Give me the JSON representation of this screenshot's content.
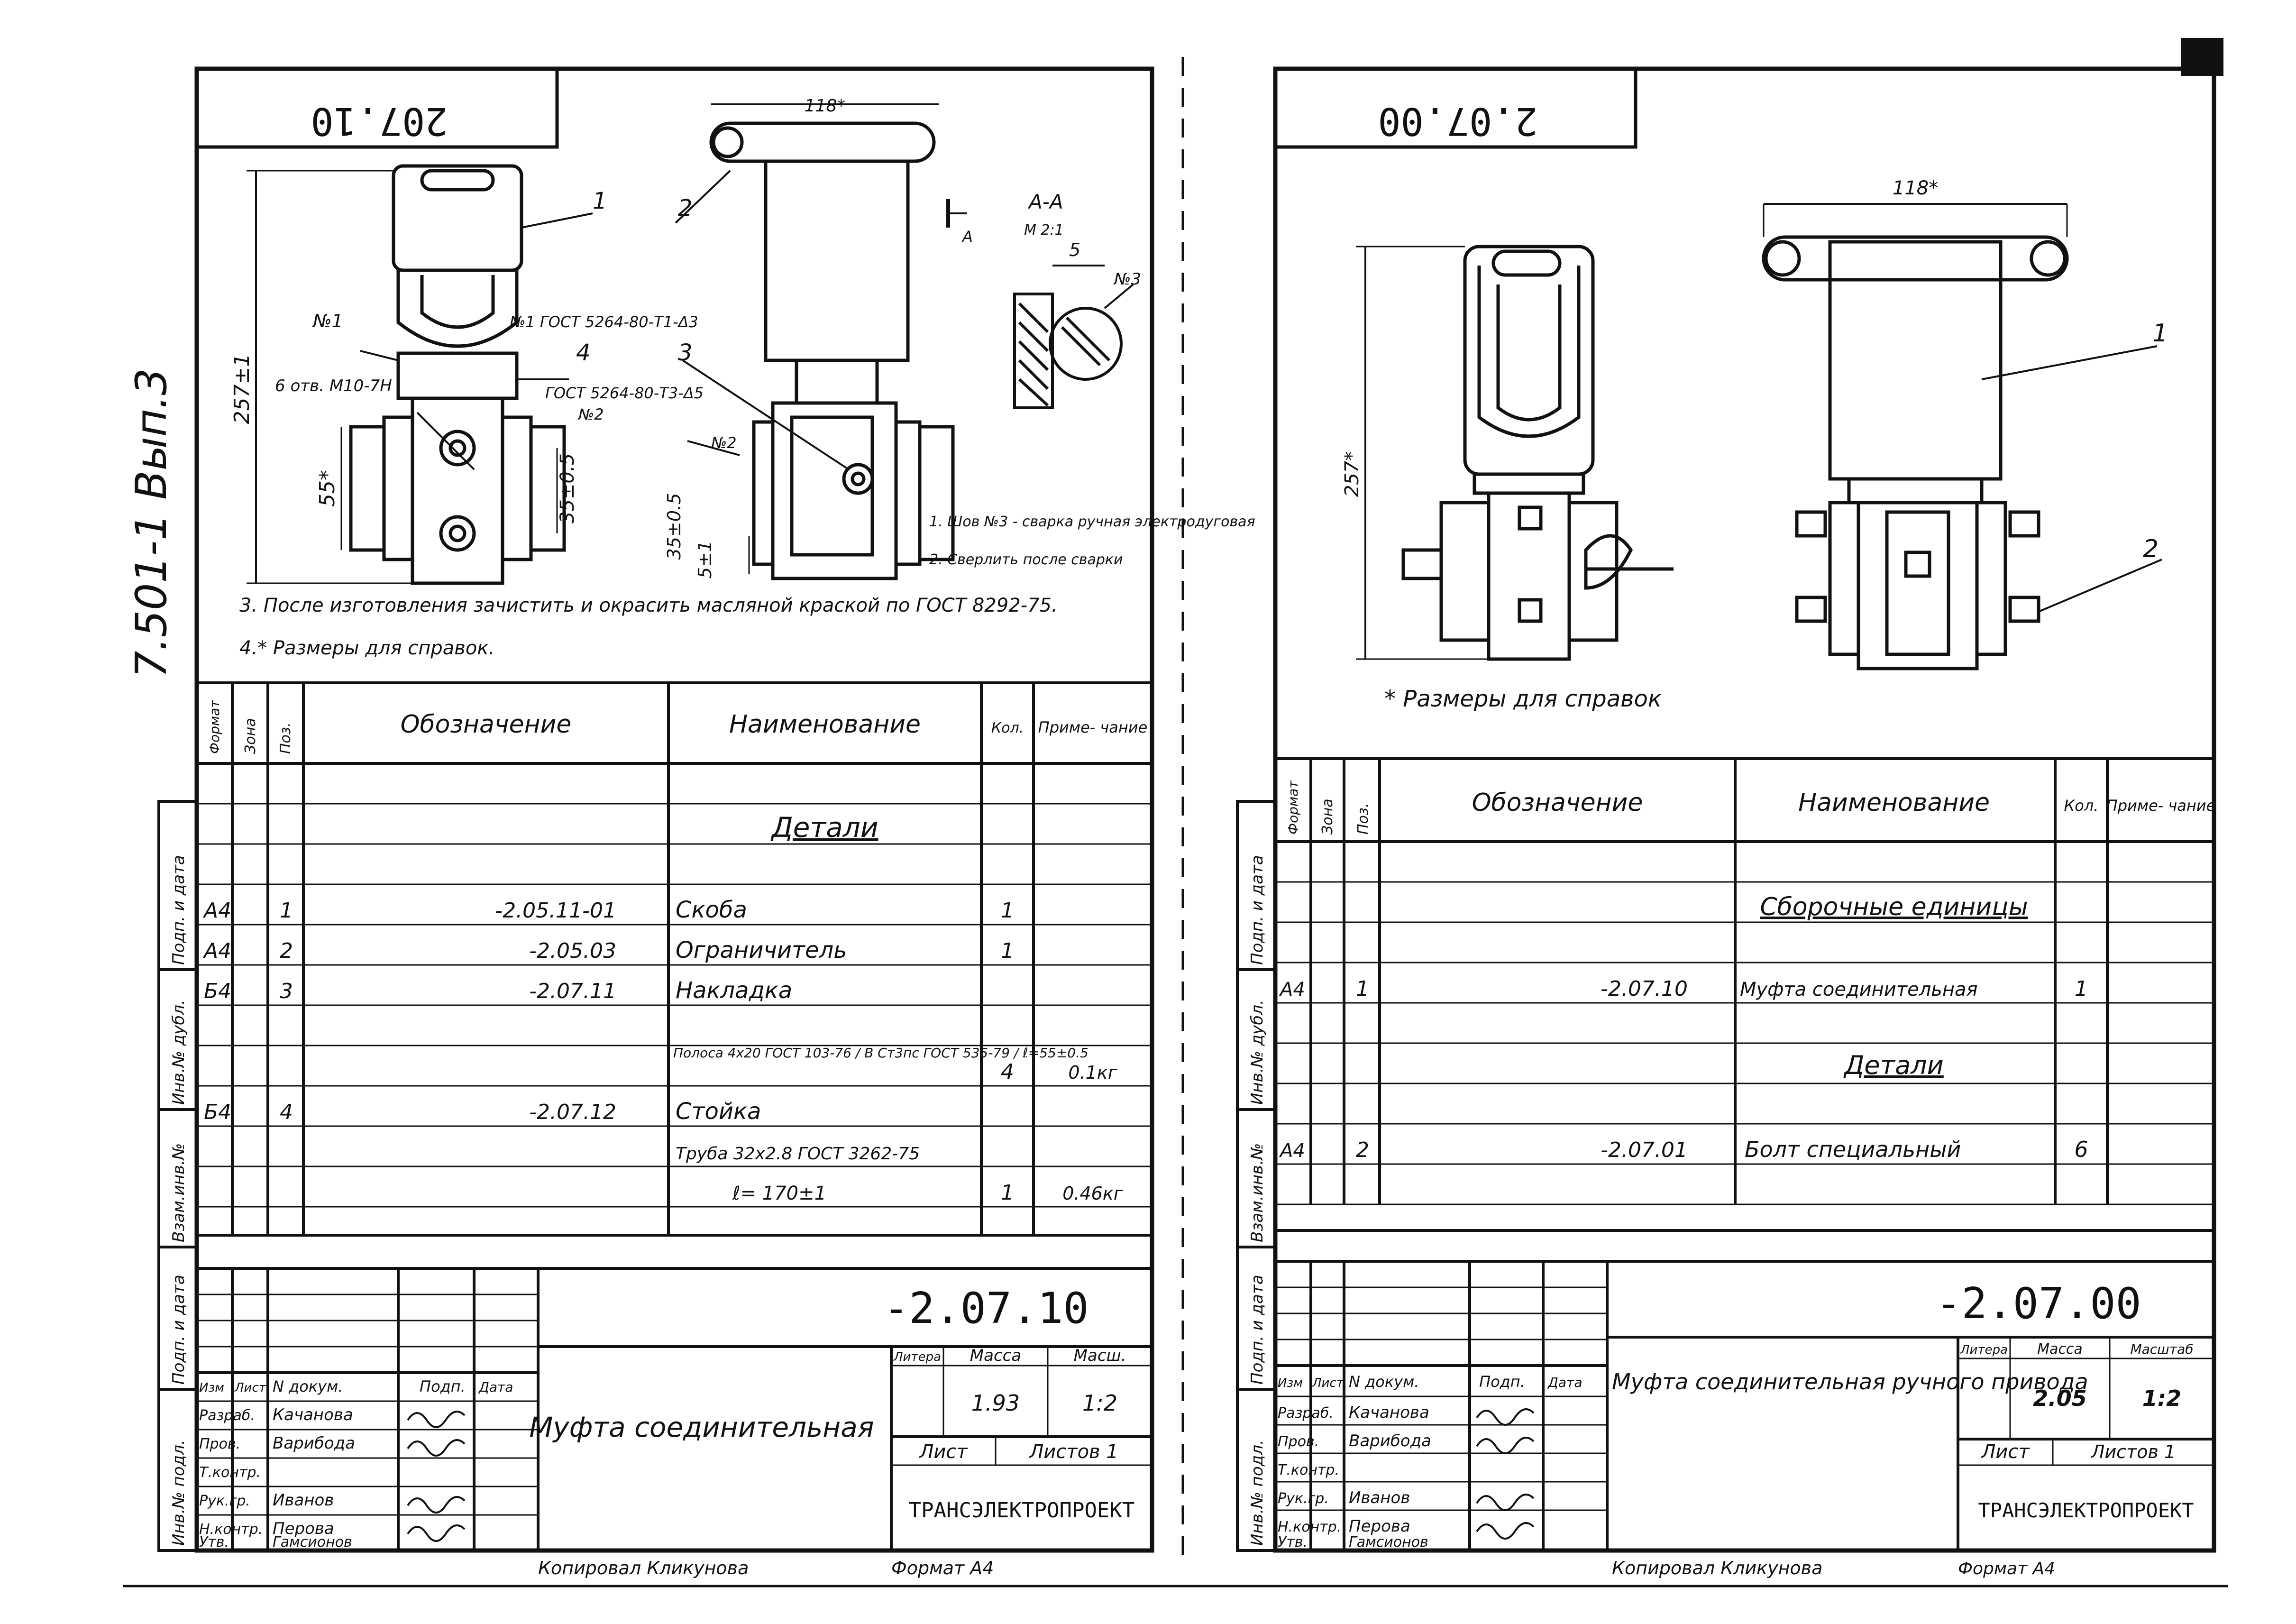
{
  "side_stamp": "7.501-1  Вып.3",
  "left_vertical_labels": [
    "Инв.№ подл.",
    "Подп. и дата",
    "Взам.инв.№",
    "Инв.№ дубл.",
    "Подп. и дата"
  ],
  "right_vertical_labels": [
    "Инв.№ подл.",
    "Подп. и дата",
    "Взам.инв.№",
    "Инв.№ дубл.",
    "Подп. и дата"
  ],
  "sheet1": {
    "corner_stamp": "207.10",
    "drawing_notes": {
      "dim_width": "118*",
      "dim_height": "257±1",
      "dim_55": "55*",
      "dim_35": "35±0.5",
      "dim_35b": "35±0.5",
      "dim_5": "5±1",
      "pos_1": "1",
      "pos_2": "2",
      "pos_3": "3",
      "pos_4": "4",
      "pos_5": "5",
      "weld_1": "№1",
      "weld_1b": "№1 ГОСТ 5264-80-Т1-Δ3",
      "weld_2": "ГОСТ 5264-80-Т3-Δ5",
      "weld_2b": "№2",
      "weld_2c": "№2",
      "weld_3": "№3",
      "hole": "6 отв. М10-7Н",
      "section": "А-А",
      "section_scale": "М 2:1",
      "section_mark": "А",
      "note_1": "1. Шов №3 - сварка ручная электродуговая",
      "note_2": "2. Сверлить после сварки",
      "note_3": "3. После изготовления зачистить и окрасить масляной краской по ГОСТ 8292-75.",
      "note_4": "4.* Размеры для справок."
    },
    "spec_headers": {
      "format": "Формат",
      "zone": "Зона",
      "pos": "Поз.",
      "designation": "Обозначение",
      "name": "Наименование",
      "qty": "Кол.",
      "note": "Приме- чание"
    },
    "section_title": "Детали",
    "rows": [
      {
        "format": "А4",
        "zone": "",
        "pos": "1",
        "designation": "-2.05.11-01",
        "name": "Скоба",
        "qty": "1",
        "note": ""
      },
      {
        "format": "А4",
        "zone": "",
        "pos": "2",
        "designation": "-2.05.03",
        "name": "Ограничитель",
        "qty": "1",
        "note": ""
      },
      {
        "format": "Б4",
        "zone": "",
        "pos": "3",
        "designation": "-2.07.11",
        "name": "Накладка",
        "qty": "",
        "note": ""
      },
      {
        "format": "",
        "zone": "",
        "pos": "",
        "designation": "",
        "name": "Полоса 4х20 ГОСТ 103-76 / В Ст3пс ГОСТ 535-79 / ℓ=55±0.5",
        "qty": "4",
        "note": "0.1кг"
      },
      {
        "format": "Б4",
        "zone": "",
        "pos": "4",
        "designation": "-2.07.12",
        "name": "Стойка",
        "qty": "",
        "note": ""
      },
      {
        "format": "",
        "zone": "",
        "pos": "",
        "designation": "",
        "name": "Труба 32х2.8 ГОСТ 3262-75",
        "qty": "",
        "note": ""
      },
      {
        "format": "",
        "zone": "",
        "pos": "",
        "designation": "",
        "name": "ℓ= 170±1",
        "qty": "1",
        "note": "0.46кг"
      }
    ],
    "title_block": {
      "doc_number": "-2.07.10",
      "title": "Муфта соединительная",
      "litera_label": "Литера",
      "mass_label": "Масса",
      "scale_label": "Масш.",
      "mass": "1.93",
      "scale": "1:2",
      "sheet_label": "Лист",
      "sheets_label": "Листов 1",
      "org": "ТРАНСЭЛЕКТРОПРОЕКТ",
      "hdr_izm": "Изм",
      "hdr_list": "Лист",
      "hdr_doc": "N докум.",
      "hdr_sign": "Подп.",
      "hdr_date": "Дата",
      "roles": [
        "Разраб.",
        "Пров.",
        "Т.контр.",
        "Рук.гр.",
        "Н.контр.",
        "Утв."
      ],
      "names": [
        "Качанова",
        "Варибода",
        "",
        "Иванов",
        "Перова",
        "Гамсионов"
      ]
    },
    "copied_by": "Копировал Кликунова",
    "format": "Формат А4"
  },
  "sheet2": {
    "corner_stamp": "2.07.00",
    "drawing_notes": {
      "dim_width": "118*",
      "dim_height": "257*",
      "pos_1": "1",
      "pos_2": "2",
      "footnote": "* Размеры для справок"
    },
    "spec_headers": {
      "format": "Формат",
      "zone": "Зона",
      "pos": "Поз.",
      "designation": "Обозначение",
      "name": "Наименование",
      "qty": "Кол.",
      "note": "Приме- чание"
    },
    "assembly_title": "Сборочные единицы",
    "section_title": "Детали",
    "rows_assembly": [
      {
        "format": "А4",
        "zone": "",
        "pos": "1",
        "designation": "-2.07.10",
        "name": "Муфта соединительная",
        "qty": "1",
        "note": ""
      }
    ],
    "rows_parts": [
      {
        "format": "А4",
        "zone": "",
        "pos": "2",
        "designation": "-2.07.01",
        "name": "Болт специальный",
        "qty": "6",
        "note": ""
      }
    ],
    "title_block": {
      "doc_number": "-2.07.00",
      "title": "Муфта соединительная ручного привода",
      "litera_label": "Литера",
      "mass_label": "Масса",
      "scale_label": "Масштаб",
      "mass": "2.05",
      "scale": "1:2",
      "sheet_label": "Лист",
      "sheets_label": "Листов 1",
      "org": "ТРАНСЭЛЕКТРОПРОЕКТ",
      "hdr_izm": "Изм",
      "hdr_list": "Лист",
      "hdr_doc": "N докум.",
      "hdr_sign": "Подп.",
      "hdr_date": "Дата",
      "roles": [
        "Разраб.",
        "Пров.",
        "Т.контр.",
        "Рук.гр.",
        "Н.контр.",
        "Утв."
      ],
      "names": [
        "Качанова",
        "Варибода",
        "",
        "Иванов",
        "Перова",
        "Гамсионов"
      ]
    },
    "copied_by": "Копировал Кликунова",
    "format": "Формат А4"
  },
  "colors": {
    "ink": "#111111",
    "paper": "#ffffff"
  }
}
